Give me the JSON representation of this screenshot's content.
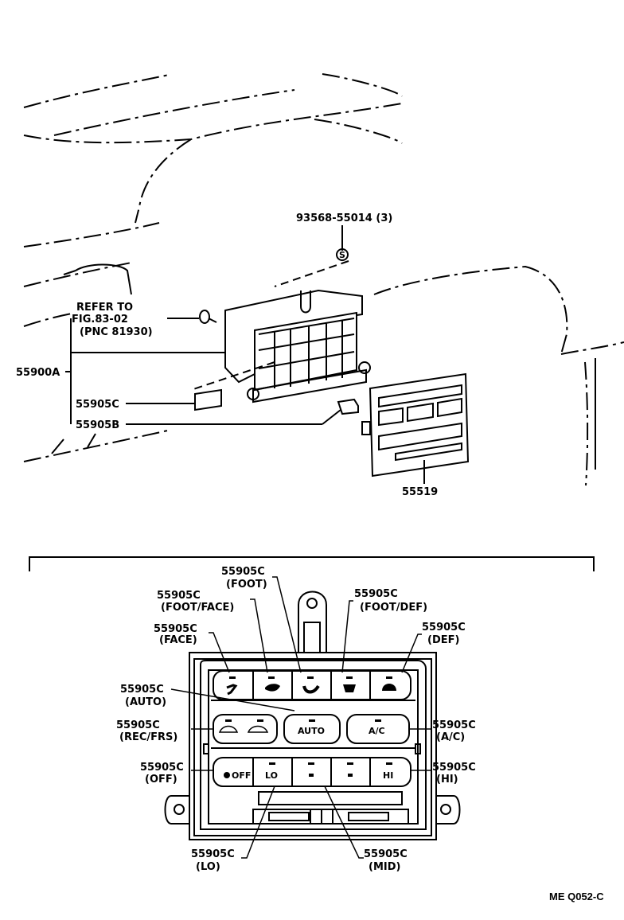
{
  "diagram": {
    "figure_code": "ME Q052-C",
    "upper_view": {
      "screw_callout": "93568-55014 (3)",
      "screw_symbol": "S",
      "refer_line1": "REFER TO",
      "refer_line2": "FIG.83-02",
      "refer_line3": "(PNC 81930)",
      "assembly": "55900A",
      "knob_c": "55905C",
      "knob_b": "55905B",
      "panel": "55519"
    },
    "detail_view": {
      "callouts": [
        {
          "part": "55905C",
          "name": "(FOOT)"
        },
        {
          "part": "55905C",
          "name": "(FOOT/FACE)"
        },
        {
          "part": "55905C",
          "name": "(FOOT/DEF)"
        },
        {
          "part": "55905C",
          "name": "(FACE)"
        },
        {
          "part": "55905C",
          "name": "(DEF)"
        },
        {
          "part": "55905C",
          "name": "(AUTO)"
        },
        {
          "part": "55905C",
          "name": "(REC/FRS)"
        },
        {
          "part": "55905C",
          "name": "(A/C)"
        },
        {
          "part": "55905C",
          "name": "(OFF)"
        },
        {
          "part": "55905C",
          "name": "(HI)"
        },
        {
          "part": "55905C",
          "name": "(LO)"
        },
        {
          "part": "55905C",
          "name": "(MID)"
        }
      ],
      "buttons": {
        "auto": "AUTO",
        "ac": "A/C",
        "off": "OFF",
        "lo": "LO",
        "hi": "HI"
      }
    }
  }
}
